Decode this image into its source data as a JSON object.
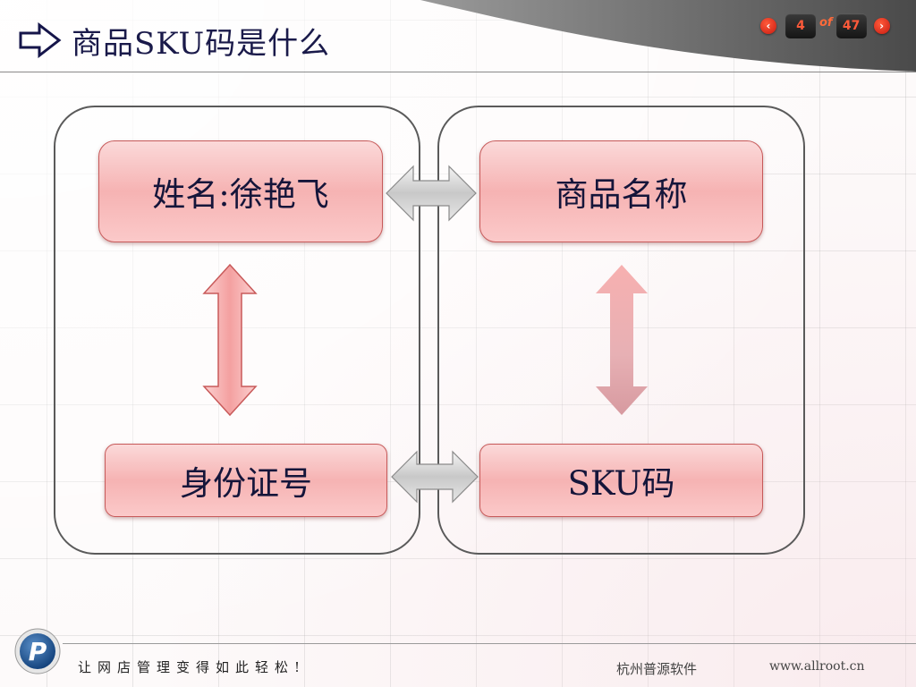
{
  "slide": {
    "title": "商品SKU码是什么",
    "title_icon": "right-arrow-outline-icon"
  },
  "pager": {
    "prev_icon": "chevron-left-icon",
    "prev_label": "‹",
    "current": "4",
    "of_label": "of",
    "total": "47",
    "next_icon": "chevron-right-icon",
    "next_label": "›"
  },
  "diagram": {
    "left_group": {
      "top_label": "姓名:徐艳飞",
      "bottom_label": "身份证号"
    },
    "right_group": {
      "top_label": "商品名称",
      "bottom_label": "SKU码"
    },
    "colors": {
      "node_fill": "#f6b3b3",
      "node_border": "#c75a5a",
      "group_border": "#5a5a5a",
      "arrow_gray": "#d0d0d0",
      "arrow_red": "#f6a8a8"
    }
  },
  "footer": {
    "slogan": "让网店管理变得如此轻松!",
    "company": "杭州普源软件",
    "url": "www.allroot.cn",
    "logo_letter": "P",
    "logo_icon": "company-logo-icon"
  }
}
